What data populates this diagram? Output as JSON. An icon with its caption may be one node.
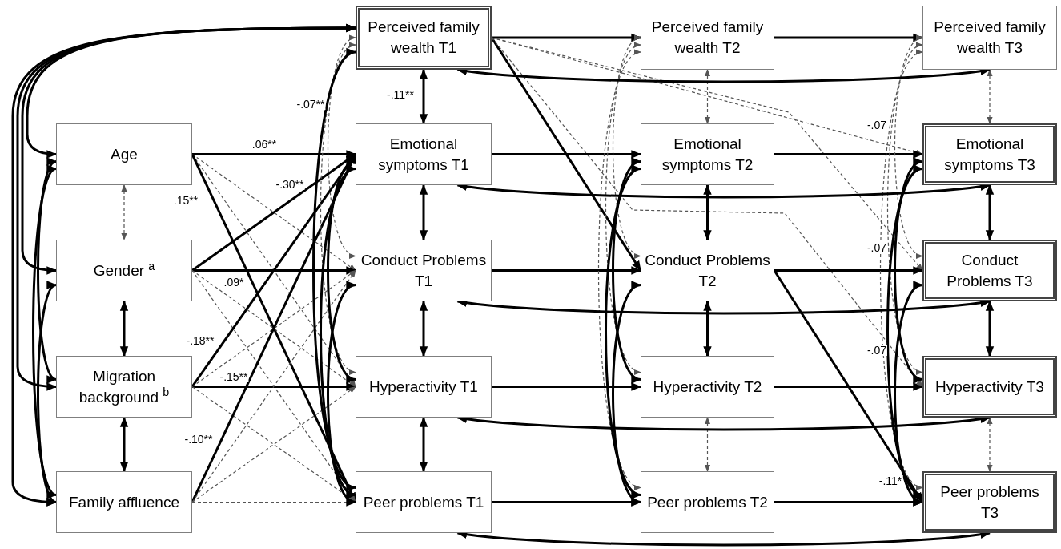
{
  "diagram": {
    "nodes": [
      {
        "text": [
          "Perceived family wealth T1"
        ]
      },
      {
        "text": [
          "Perceived family wealth T2"
        ]
      },
      {
        "text": [
          "Perceived family wealth T3"
        ]
      },
      {
        "text": [
          "Age"
        ]
      },
      {
        "text": [
          "Emotional symptoms T1"
        ]
      },
      {
        "text": [
          "Emotional symptoms T2"
        ]
      },
      {
        "text": [
          "Emotional symptoms T3"
        ]
      },
      {
        "text": [
          "Gender $^{a}$"
        ]
      },
      {
        "text": [
          "Conduct Problems T1"
        ]
      },
      {
        "text": [
          "Conduct Problems T2"
        ]
      },
      {
        "text": [
          "Conduct Problems T3"
        ]
      },
      {
        "text": [
          "Migration background $^{b}$"
        ]
      },
      {
        "text": [
          "Hyperactivity T1"
        ]
      },
      {
        "text": [
          "Hyperactivity T2"
        ]
      },
      {
        "text": [
          "Hyperactivity T3"
        ]
      },
      {
        "text": [
          "Family affluence"
        ]
      },
      {
        "text": [
          "Peer problems T1"
        ]
      },
      {
        "text": [
          "Peer problems T2"
        ]
      },
      {
        "text": [
          "Peer problems T3"
        ]
      }
    ],
    "edges": [
      {
        "from": 0,
        "to": 3,
        "arrow": "both"
      },
      {
        "from": 0,
        "to": 7,
        "arrow": "both"
      },
      {
        "from": 0,
        "to": 11,
        "arrow": "both"
      },
      {
        "from": 0,
        "to": 15,
        "arrow": "both"
      },
      {
        "from": 3,
        "to": 11,
        "arrow": "both"
      },
      {
        "from": 3,
        "to": 15,
        "arrow": "both"
      },
      {
        "from": 7,
        "to": 15,
        "arrow": "both"
      },
      {
        "from": 3,
        "to": 7,
        "arrow": "both",
        "style": "dashed"
      },
      {
        "from": 7,
        "to": 11,
        "arrow": "both"
      },
      {
        "from": 11,
        "to": 15,
        "arrow": "both"
      },
      {
        "from": 3,
        "to": 4,
        "arrow": "to",
        "label": ".06**"
      },
      {
        "from": 3,
        "to": 8,
        "arrow": "to",
        "style": "dashed"
      },
      {
        "from": 3,
        "to": 12,
        "arrow": "to",
        "style": "dashed"
      },
      {
        "from": 3,
        "to": 16,
        "arrow": "to",
        "label": ".15**"
      },
      {
        "from": 7,
        "to": 4,
        "arrow": "to",
        "label": "-.30**"
      },
      {
        "from": 7,
        "to": 8,
        "arrow": "to"
      },
      {
        "from": 7,
        "to": 12,
        "arrow": "to",
        "style": "dashed",
        "label": ".09*"
      },
      {
        "from": 7,
        "to": 16,
        "arrow": "to",
        "style": "dashed"
      },
      {
        "from": 11,
        "to": 4,
        "arrow": "to",
        "label": "-.18**"
      },
      {
        "from": 11,
        "to": 8,
        "arrow": "to",
        "style": "dashed"
      },
      {
        "from": 11,
        "to": 12,
        "arrow": "to",
        "label": "-.15**"
      },
      {
        "from": 11,
        "to": 16,
        "arrow": "to",
        "style": "dashed"
      },
      {
        "from": 15,
        "to": 4,
        "arrow": "to",
        "label": "-.10**"
      },
      {
        "from": 15,
        "to": 8,
        "arrow": "to",
        "style": "dashed"
      },
      {
        "from": 15,
        "to": 12,
        "arrow": "to",
        "style": "dashed"
      },
      {
        "from": 15,
        "to": 16,
        "arrow": "to",
        "style": "dashed"
      },
      {
        "from": 0,
        "to": 4,
        "arrow": "both",
        "label": "-.11**"
      },
      {
        "from": 4,
        "to": 8,
        "arrow": "both"
      },
      {
        "from": 8,
        "to": 12,
        "arrow": "both"
      },
      {
        "from": 12,
        "to": 16,
        "arrow": "both"
      },
      {
        "from": 0,
        "to": 8,
        "arrow": "both",
        "style": "dashed"
      },
      {
        "from": 0,
        "to": 12,
        "arrow": "both",
        "style": "dashed"
      },
      {
        "from": 0,
        "to": 16,
        "arrow": "both",
        "label": "-.07**"
      },
      {
        "from": 4,
        "to": 12,
        "arrow": "both"
      },
      {
        "from": 4,
        "to": 16,
        "arrow": "both"
      },
      {
        "from": 8,
        "to": 16,
        "arrow": "both"
      },
      {
        "from": 0,
        "to": 1,
        "arrow": "to"
      },
      {
        "from": 4,
        "to": 5,
        "arrow": "to"
      },
      {
        "from": 8,
        "to": 9,
        "arrow": "to"
      },
      {
        "from": 12,
        "to": 13,
        "arrow": "to"
      },
      {
        "from": 16,
        "to": 17,
        "arrow": "to"
      },
      {
        "from": 0,
        "to": 9,
        "arrow": "to"
      },
      {
        "from": 0,
        "to": 6,
        "arrow": "to",
        "style": "dashed",
        "label": "-.07"
      },
      {
        "from": 0,
        "to": 10,
        "arrow": "to",
        "style": "dashed",
        "label": "-.07"
      },
      {
        "from": 0,
        "to": 14,
        "arrow": "to",
        "style": "dashed",
        "label": "-.07"
      },
      {
        "from": 1,
        "to": 5,
        "arrow": "both",
        "style": "dashed"
      },
      {
        "from": 5,
        "to": 9,
        "arrow": "both"
      },
      {
        "from": 9,
        "to": 13,
        "arrow": "both"
      },
      {
        "from": 13,
        "to": 17,
        "arrow": "both",
        "style": "dashed"
      },
      {
        "from": 1,
        "to": 9,
        "arrow": "both",
        "style": "dashed"
      },
      {
        "from": 1,
        "to": 13,
        "arrow": "both",
        "style": "dashed"
      },
      {
        "from": 1,
        "to": 17,
        "arrow": "both",
        "style": "dashed"
      },
      {
        "from": 5,
        "to": 13,
        "arrow": "both"
      },
      {
        "from": 5,
        "to": 17,
        "arrow": "both"
      },
      {
        "from": 9,
        "to": 17,
        "arrow": "both"
      },
      {
        "from": 1,
        "to": 2,
        "arrow": "to"
      },
      {
        "from": 5,
        "to": 6,
        "arrow": "to"
      },
      {
        "from": 9,
        "to": 10,
        "arrow": "to"
      },
      {
        "from": 13,
        "to": 14,
        "arrow": "to"
      },
      {
        "from": 17,
        "to": 18,
        "arrow": "to"
      },
      {
        "from": 9,
        "to": 18,
        "arrow": "to",
        "label": "-.11*"
      },
      {
        "from": 2,
        "to": 6,
        "arrow": "both",
        "style": "dashed"
      },
      {
        "from": 6,
        "to": 10,
        "arrow": "both"
      },
      {
        "from": 10,
        "to": 14,
        "arrow": "both"
      },
      {
        "from": 14,
        "to": 18,
        "arrow": "both",
        "style": "dashed"
      },
      {
        "from": 2,
        "to": 10,
        "arrow": "both",
        "style": "dashed"
      },
      {
        "from": 2,
        "to": 14,
        "arrow": "both",
        "style": "dashed"
      },
      {
        "from": 2,
        "to": 18,
        "arrow": "both",
        "style": "dashed"
      },
      {
        "from": 6,
        "to": 14,
        "arrow": "both"
      },
      {
        "from": 6,
        "to": 18,
        "arrow": "both"
      },
      {
        "from": 10,
        "to": 18,
        "arrow": "both"
      },
      {
        "from": 0,
        "to": 2,
        "arrow": "both"
      },
      {
        "from": 4,
        "to": 6,
        "arrow": "both"
      },
      {
        "from": 8,
        "to": 10,
        "arrow": "both"
      },
      {
        "from": 12,
        "to": 14,
        "arrow": "both"
      },
      {
        "from": 16,
        "to": 18,
        "arrow": "both"
      }
    ]
  }
}
